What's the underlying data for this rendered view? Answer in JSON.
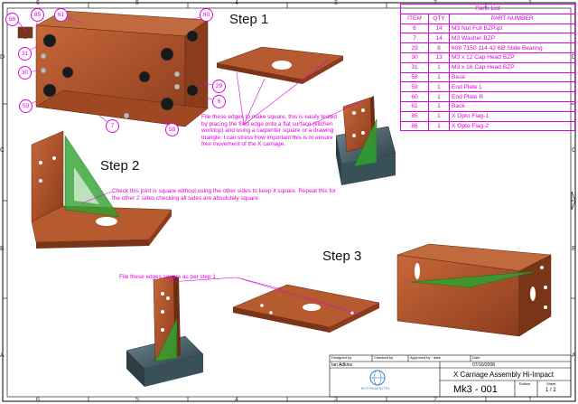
{
  "zones": {
    "top": [
      "6",
      "5",
      "4",
      "3",
      "2",
      "1"
    ],
    "bottom": [
      "6",
      "5",
      "4",
      "3",
      "2",
      "1"
    ],
    "left": [
      "D",
      "C",
      "B",
      "A"
    ],
    "right": [
      "D",
      "C",
      "B",
      "A"
    ]
  },
  "steps": {
    "step1": "Step 1",
    "step2": "Step 2",
    "step3": "Step 3"
  },
  "notes": {
    "step1_note": "File these edges to make square, this is easily tested by placing the filed edge onto a flat surface (kitchen worktop) and using a carpenter square or a drawing triangle. I can stress how important this is to ensure free movement of the X carriage.",
    "step2_note": "Check this joint is square without using the other sides to keep it square. Repeat this for the other 2 sides checking all sides are absolutely square.",
    "step3_note": "File these edges square as per step 1"
  },
  "balloons": [
    "86",
    "85",
    "61",
    "60",
    "31",
    "30",
    "59",
    "7",
    "58",
    "29",
    "6"
  ],
  "parts_list": {
    "title": "Parts List",
    "headers": [
      "ITEM",
      "QTY",
      "PART NUMBER"
    ],
    "rows": [
      [
        "6",
        "14",
        "M3 Nut Full BZP.ipt"
      ],
      [
        "7",
        "14",
        "M3 Washer BZP"
      ],
      [
        "29",
        "8",
        "608 7150 114 42 6Ø Slide Bearing"
      ],
      [
        "30",
        "13",
        "M3 x 12 Cap Head BZP"
      ],
      [
        "31",
        "1",
        "M3 x 16 Cap Head BZP"
      ],
      [
        "58",
        "1",
        "Base"
      ],
      [
        "59",
        "1",
        "End Plate L"
      ],
      [
        "60",
        "1",
        "End Plate R"
      ],
      [
        "61",
        "1",
        "Back"
      ],
      [
        "85",
        "1",
        "X Opto Flag-1"
      ],
      [
        "86",
        "1",
        "X Opto Flag-2"
      ]
    ]
  },
  "title_block": {
    "designed_by_label": "Designed by",
    "designed_by": "Ian Adkins",
    "checked_by_label": "Checked by",
    "approved_by_label": "Approved by - date",
    "date_label": "Date",
    "date": "07/10/2008",
    "logo_text": "BITS FROM BYTES",
    "title": "X Carriage Assembly Hi-Impact",
    "drawing_number": "Mk3 - 001",
    "edition_label": "Edition",
    "sheet_label": "Sheet",
    "sheet": "1 / 2"
  },
  "colors": {
    "part_copper": "#b5582f",
    "part_dark": "#7a3418",
    "square_green": "#3a9a3a",
    "base_stone": "#4f6a72",
    "annotation": "#e000e0"
  }
}
